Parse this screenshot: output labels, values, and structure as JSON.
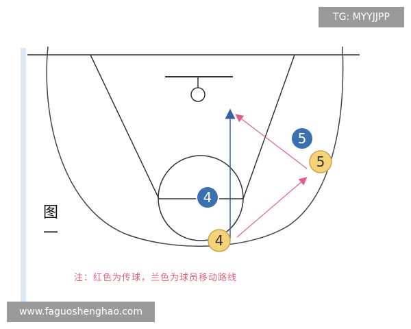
{
  "watermarks": {
    "top_label": "TG: MYYJJPP",
    "bottom_label": "www.faguoshenghao.com"
  },
  "figure_label": "图一",
  "legend_note": "注：红色为传球，兰色为球员移动路线",
  "players": [
    {
      "number": "4",
      "team": "blue"
    },
    {
      "number": "5",
      "team": "blue"
    },
    {
      "number": "4",
      "team": "yellow"
    },
    {
      "number": "5",
      "team": "yellow"
    }
  ],
  "colors": {
    "court_lines": "#333333",
    "blue_player": "#3a6fb0",
    "yellow_player": "#f6d27a",
    "pass_arrow": "#e0608a",
    "move_path": "#3a5fa0",
    "watermark_bg": "#9a9a9a",
    "legend_text": "#e0607a"
  }
}
